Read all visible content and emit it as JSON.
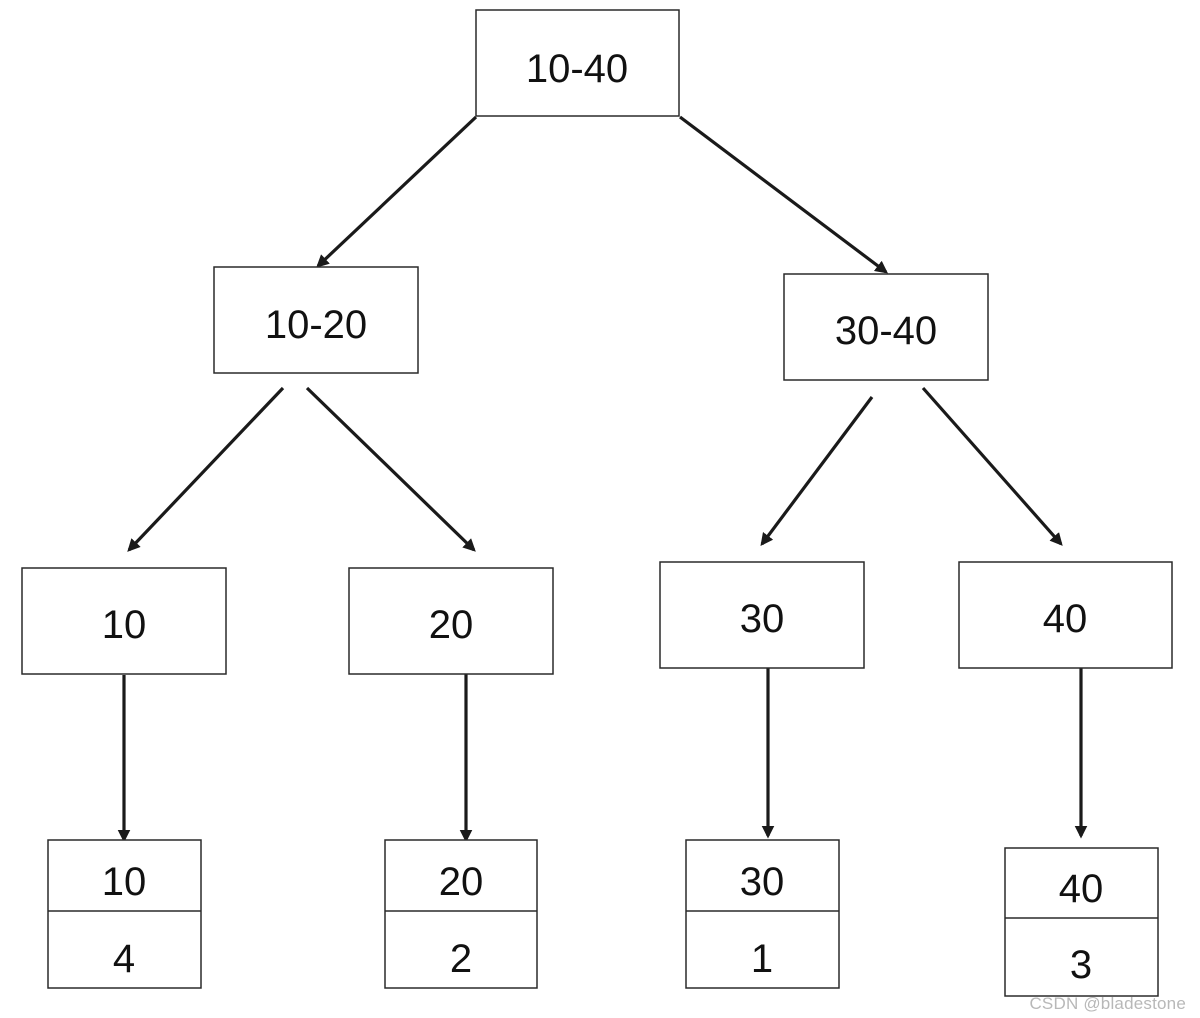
{
  "tree": {
    "root": {
      "label": "10-40"
    },
    "internal": [
      {
        "label": "10-20"
      },
      {
        "label": "30-40"
      }
    ],
    "leaves": [
      {
        "label": "10"
      },
      {
        "label": "20"
      },
      {
        "label": "30"
      },
      {
        "label": "40"
      }
    ],
    "records": [
      {
        "key": "10",
        "value": "4"
      },
      {
        "key": "20",
        "value": "2"
      },
      {
        "key": "30",
        "value": "1"
      },
      {
        "key": "40",
        "value": "3"
      }
    ]
  },
  "watermark": "CSDN @bladestone",
  "colors": {
    "stroke": "#2a2a2a",
    "text": "#111111",
    "background": "#ffffff",
    "watermark": "#b8b8b8"
  }
}
